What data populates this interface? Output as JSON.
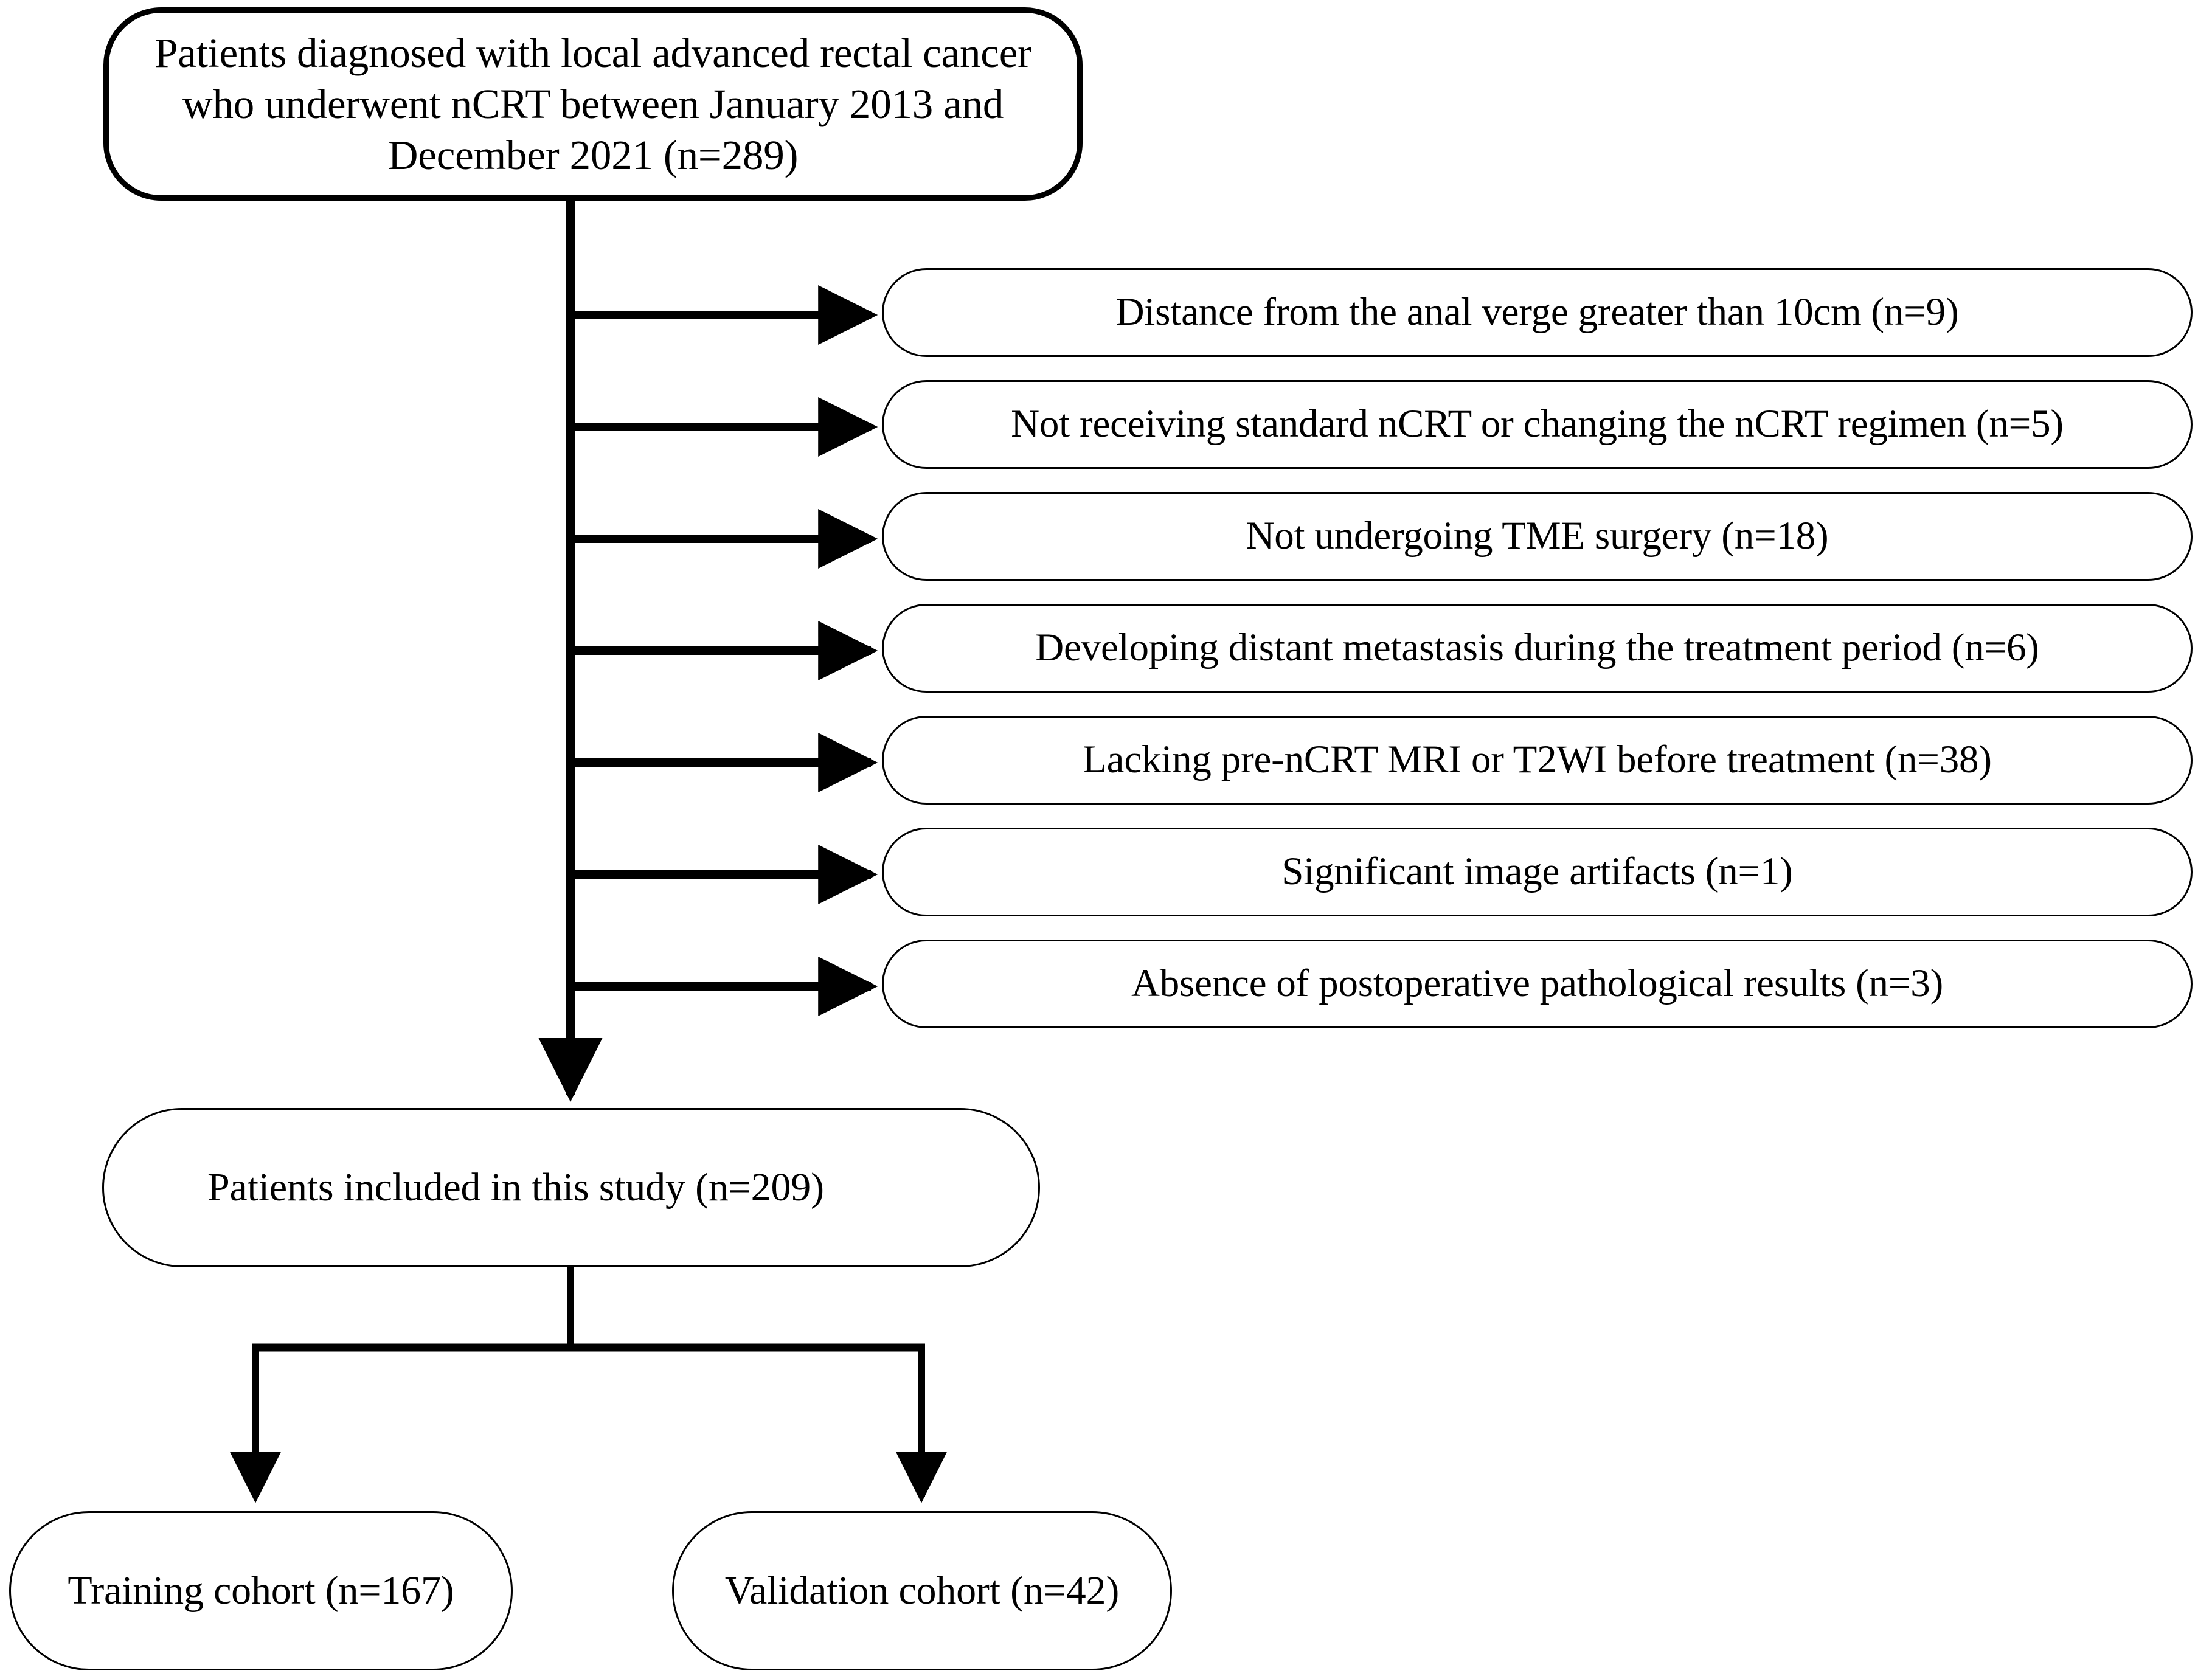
{
  "diagram": {
    "type": "flowchart",
    "subtype": "patient-selection-consort",
    "orientation": "top-to-bottom",
    "colors": {
      "background": "#ffffff",
      "stroke": "#000000",
      "text": "#000000"
    },
    "source": {
      "id": "source",
      "label": "Patients diagnosed with local advanced rectal cancer who underwent nCRT between January 2013 and December 2021 (n=289)",
      "count": 289
    },
    "exclusions": [
      {
        "id": "exclusion-1",
        "label": "Distance from the anal verge greater than 10cm (n=9)",
        "count": 9
      },
      {
        "id": "exclusion-2",
        "label": "Not receiving standard nCRT or changing the nCRT regimen (n=5)",
        "count": 5
      },
      {
        "id": "exclusion-3",
        "label": "Not undergoing TME surgery (n=18)",
        "count": 18
      },
      {
        "id": "exclusion-4",
        "label": "Developing distant metastasis during the treatment period (n=6)",
        "count": 6
      },
      {
        "id": "exclusion-5",
        "label": "Lacking pre-nCRT MRI or T2WI before treatment (n=38)",
        "count": 38
      },
      {
        "id": "exclusion-6",
        "label": "Significant image artifacts (n=1)",
        "count": 1
      },
      {
        "id": "exclusion-7",
        "label": "Absence of postoperative pathological results (n=3)",
        "count": 3
      }
    ],
    "included": {
      "id": "included",
      "label": "Patients included in this study (n=209)",
      "count": 209
    },
    "cohorts": [
      {
        "id": "training",
        "label": "Training cohort (n=167)",
        "count": 167
      },
      {
        "id": "validation",
        "label": "Validation cohort (n=42)",
        "count": 42
      }
    ]
  }
}
